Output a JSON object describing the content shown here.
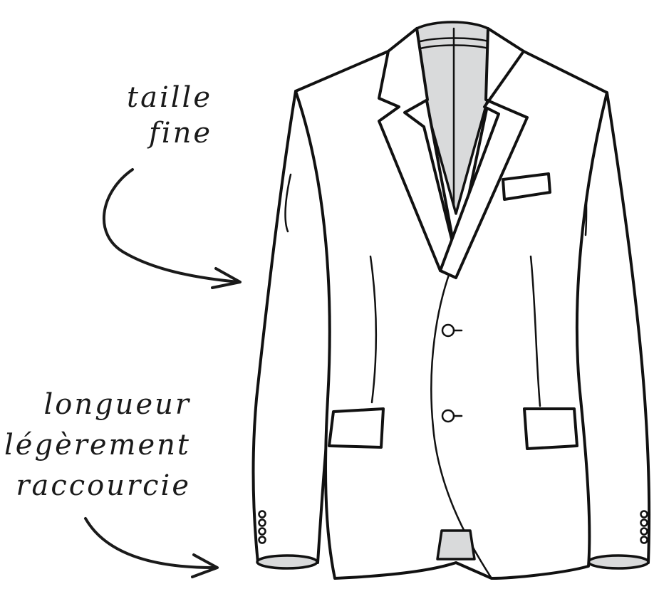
{
  "annotations": {
    "waist": {
      "lines": [
        "taille",
        "fine"
      ]
    },
    "length": {
      "lines": [
        "longueur",
        "légèrement",
        "raccourcie"
      ]
    }
  },
  "colors": {
    "outline": "#111111",
    "lining": "#d9dadb",
    "fabric": "#ffffff"
  },
  "icons": [
    "arrow-curved-waist-icon",
    "arrow-curved-length-icon",
    "button-icon"
  ]
}
